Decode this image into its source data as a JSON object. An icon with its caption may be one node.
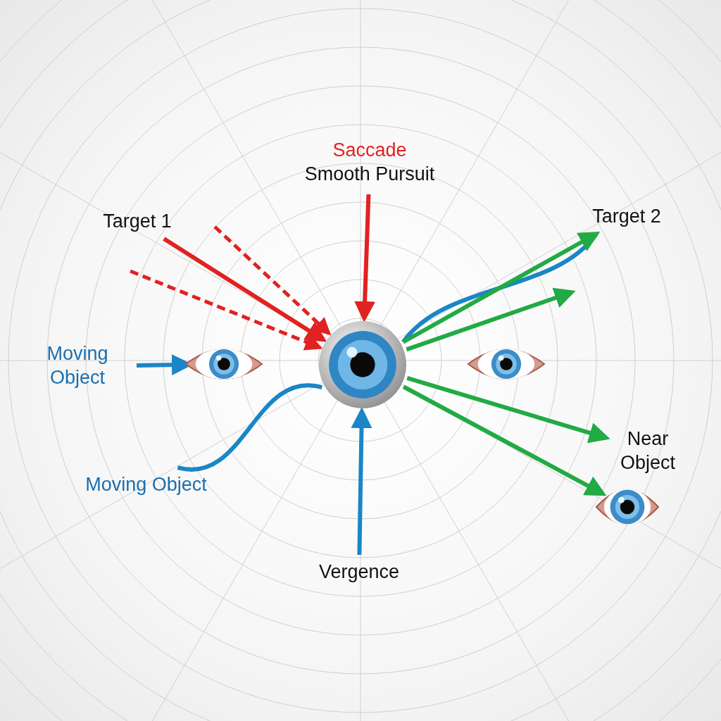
{
  "diagram": {
    "nodes": [
      {
        "text": [],
        "shape": "picture"
      },
      {
        "text": [
          "Saccade",
          "Smooth Pursuit"
        ]
      },
      {
        "text": [
          "Target 1"
        ]
      },
      {
        "text": [
          "Moving Object"
        ]
      },
      {
        "text": [],
        "shape": "picture"
      },
      {
        "text": [
          "Moving Object"
        ]
      },
      {
        "text": [
          "Vergence"
        ]
      },
      {
        "text": [
          "Target 2"
        ]
      },
      {
        "text": [],
        "shape": "picture"
      },
      {
        "text": [
          "Near Object"
        ]
      },
      {
        "text": [],
        "shape": "picture"
      }
    ],
    "edges": [
      {
        "from": 1,
        "to": 0,
        "arrow": "to",
        "color": "#e02222"
      },
      {
        "from": 2,
        "to": 0,
        "arrow": "to",
        "color": "#e02222"
      },
      {
        "from": null,
        "to": 0,
        "arrow": "to",
        "style": "dashed",
        "color": "#e02222"
      },
      {
        "from": null,
        "to": 0,
        "arrow": "to",
        "style": "dashed",
        "color": "#e02222"
      },
      {
        "from": 3,
        "to": 4,
        "arrow": "to",
        "color": "#1a86c6"
      },
      {
        "from": 5,
        "to": 0,
        "arrow": "none",
        "color": "#1a86c6"
      },
      {
        "from": 6,
        "to": 0,
        "arrow": "to",
        "color": "#1a86c6"
      },
      {
        "from": 0,
        "to": 7,
        "arrow": "none",
        "color": "#1a86c6"
      },
      {
        "from": 0,
        "to": 7,
        "arrow": "to",
        "color": "#22aa44"
      },
      {
        "from": 0,
        "to": null,
        "arrow": "to",
        "color": "#22aa44"
      },
      {
        "from": 0,
        "to": 9,
        "arrow": "to",
        "color": "#22aa44"
      },
      {
        "from": 0,
        "to": 10,
        "arrow": "to",
        "color": "#22aa44"
      }
    ]
  }
}
